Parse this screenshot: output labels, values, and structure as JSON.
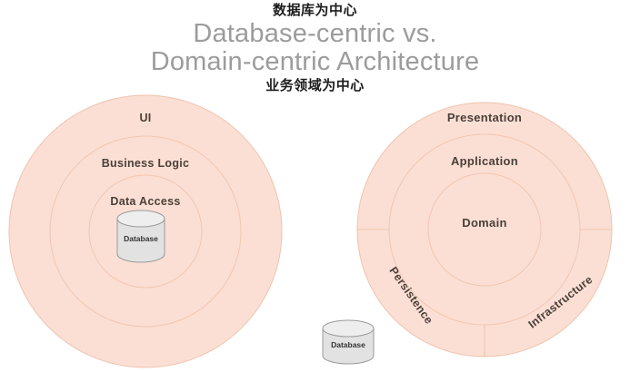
{
  "header": {
    "note_top": "数据库为中心",
    "title_line1": "Database-centric vs.",
    "title_line2": "Domain-centric Architecture",
    "note_bottom": "业务领域为中心",
    "title_color": "#9c9c9c",
    "note_color": "#1d1d1d"
  },
  "palette": {
    "ring_fill": "#fbdfd4",
    "ring_stroke": "#f0c3ae",
    "label_color": "#4b4039",
    "cylinder_fill": "#e2e2e2",
    "cylinder_top": "#eeeeee",
    "cylinder_stroke": "#9a9a9a",
    "background": "#ffffff"
  },
  "left_diagram": {
    "name": "database-centric-architecture",
    "rings": [
      {
        "label": "UI",
        "level": 1
      },
      {
        "label": "Business Logic",
        "level": 2
      },
      {
        "label": "Data Access",
        "level": 3
      }
    ],
    "core": {
      "label": "Database",
      "icon": "database-cylinder"
    }
  },
  "right_diagram": {
    "name": "domain-centric-architecture",
    "rings": [
      {
        "label": "Presentation",
        "level": 1
      },
      {
        "label": "Application",
        "level": 2
      },
      {
        "label": "Domain",
        "level": 3
      }
    ],
    "outer_segments": [
      {
        "label": "Persistence",
        "position": "bottom-left"
      },
      {
        "label": "Infrastructure",
        "position": "bottom-right"
      }
    ],
    "external": {
      "label": "Database",
      "icon": "database-cylinder"
    }
  }
}
